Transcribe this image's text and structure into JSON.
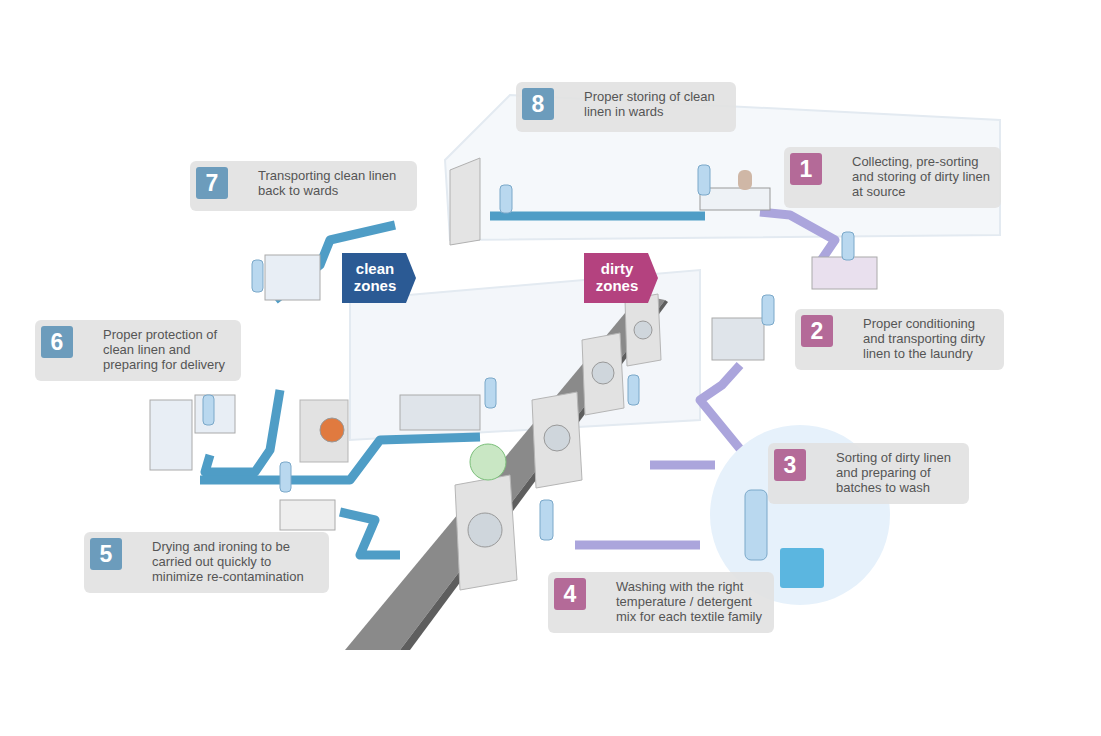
{
  "diagram": {
    "nodes": [
      {
        "text": [
          "1",
          "Collecting, pre-sorting and storing of dirty linen at source"
        ]
      },
      {
        "text": [
          "2",
          "Proper conditioning and transporting dirty linen to the laundry"
        ]
      },
      {
        "text": [
          "3",
          "Sorting of dirty linen and preparing of batches to wash"
        ]
      },
      {
        "text": [
          "4",
          "Washing with the right temperature / detergent mix for each textile family"
        ]
      },
      {
        "text": [
          "5",
          "Drying and ironing to be carried out quickly to minimize re-contamination"
        ]
      },
      {
        "text": [
          "6",
          "Proper protection of clean linen and preparing for delivery"
        ]
      },
      {
        "text": [
          "7",
          "Transporting clean linen back to wards"
        ]
      },
      {
        "text": [
          "8",
          "Proper storing of clean linen in wards"
        ]
      },
      {
        "text": [
          "clean zones"
        ]
      },
      {
        "text": [
          "dirty zones"
        ]
      }
    ]
  }
}
